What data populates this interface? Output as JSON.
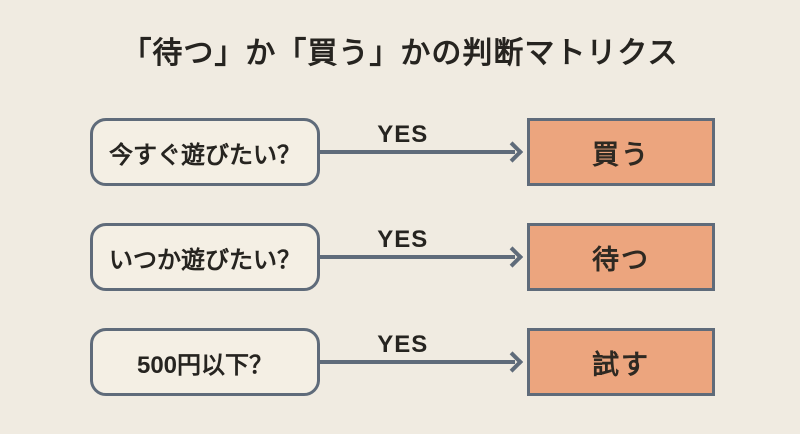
{
  "title": "「待つ」か「買う」かの判断マトリクス",
  "rows": [
    {
      "question": "今すぐ遊びたい？",
      "yes_label": "YES",
      "result": "買う"
    },
    {
      "question": "いつか遊びたい？",
      "yes_label": "YES",
      "result": "待つ"
    },
    {
      "question": "500円以下？",
      "yes_label": "YES",
      "result": "試す"
    }
  ],
  "colors": {
    "background": "#F0EBE1",
    "question_box_fill": "#F4EFE4",
    "result_box_fill": "#ECA57E",
    "line_and_border": "#5F6B7A",
    "text": "#262420"
  }
}
